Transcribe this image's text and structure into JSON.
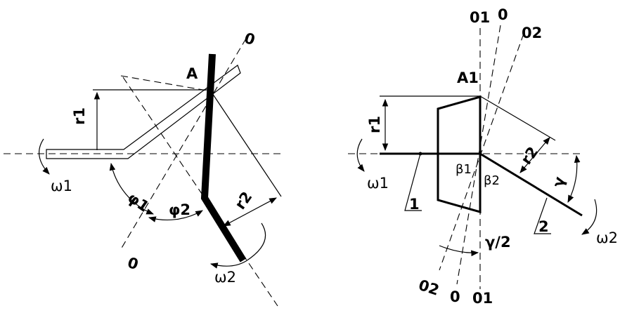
{
  "left_figure": {
    "label_A": "A",
    "label_0_top": "0",
    "label_0_bottom": "0",
    "label_r1": "r1",
    "label_r2": "r2",
    "label_omega1": "ω1",
    "label_omega2": "ω2",
    "label_phi1": "φ1",
    "label_phi2": "φ2"
  },
  "right_figure": {
    "label_A1": "A1",
    "label_01_top": "01",
    "label_0_top": "0",
    "label_02_top": "02",
    "label_01_bottom": "01",
    "label_0_bottom": "0",
    "label_02_bottom": "02",
    "label_r1": "r1",
    "label_r2": "r2",
    "label_beta1": "β1",
    "label_beta2": "β2",
    "label_gamma": "γ",
    "label_gamma_half": "γ/2",
    "label_omega1": "ω1",
    "label_omega2": "ω2",
    "label_part1": "1",
    "label_part2": "2"
  }
}
